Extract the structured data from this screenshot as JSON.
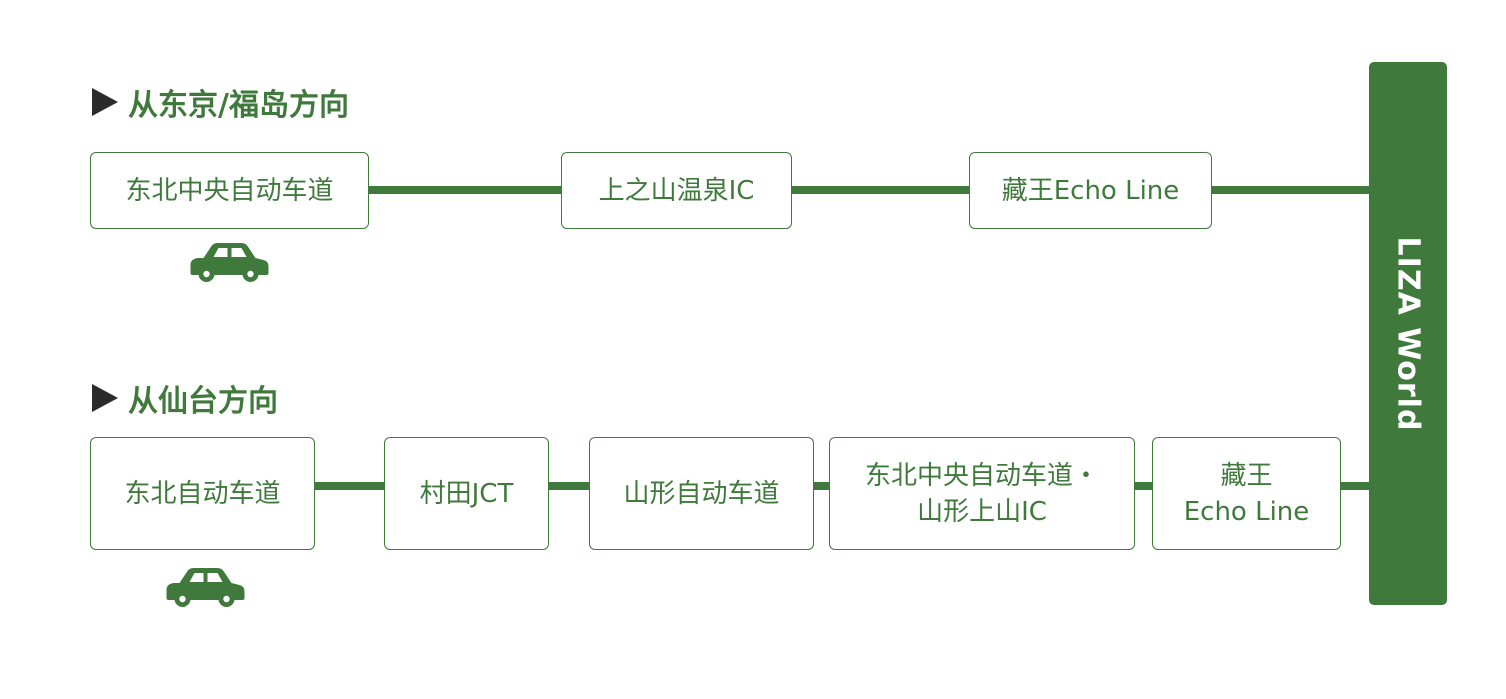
{
  "colors": {
    "accent": "#3f7a3c",
    "title_marker": "#2b2b2b",
    "background": "#ffffff",
    "destination_text": "#ffffff"
  },
  "route_tokyo": {
    "title": "从东京/福岛方向",
    "stops": [
      "东北中央自动车道",
      "上之山温泉IC",
      "藏王Echo Line"
    ],
    "vehicle_icon": "car-icon"
  },
  "route_sendai": {
    "title": "从仙台方向",
    "stops": [
      {
        "line1": "东北自动车道",
        "line2": ""
      },
      {
        "line1": "村田JCT",
        "line2": ""
      },
      {
        "line1": "山形自动车道",
        "line2": ""
      },
      {
        "line1": "东北中央自动车道・",
        "line2": "山形上山IC"
      },
      {
        "line1": "藏王",
        "line2": "Echo Line"
      }
    ],
    "vehicle_icon": "car-icon"
  },
  "destination": {
    "label": "LIZA World"
  }
}
